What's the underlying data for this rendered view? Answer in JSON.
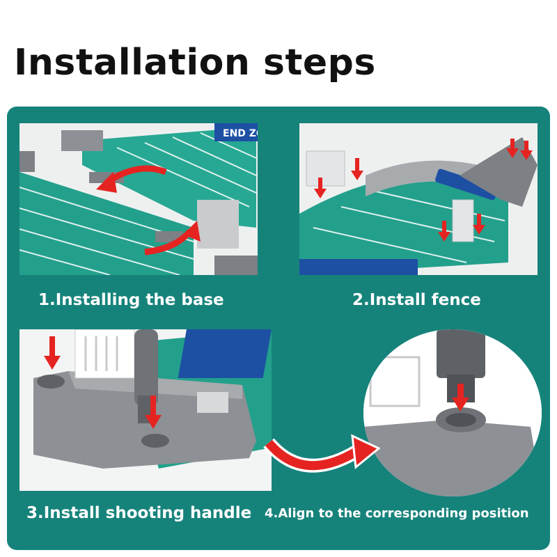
{
  "title": "Installation steps",
  "steps": [
    {
      "caption": "1.Installing the base"
    },
    {
      "caption": "2.Install fence"
    },
    {
      "caption": "3.Install shooting handle"
    },
    {
      "caption": "4.Align to the corresponding position"
    }
  ],
  "field_label": "END ZONE",
  "colors": {
    "panel": "#16837b",
    "field": "#1f9e8a",
    "arrow": "#e52421",
    "plastic": "#8d9094",
    "caption": "#ffffff"
  }
}
